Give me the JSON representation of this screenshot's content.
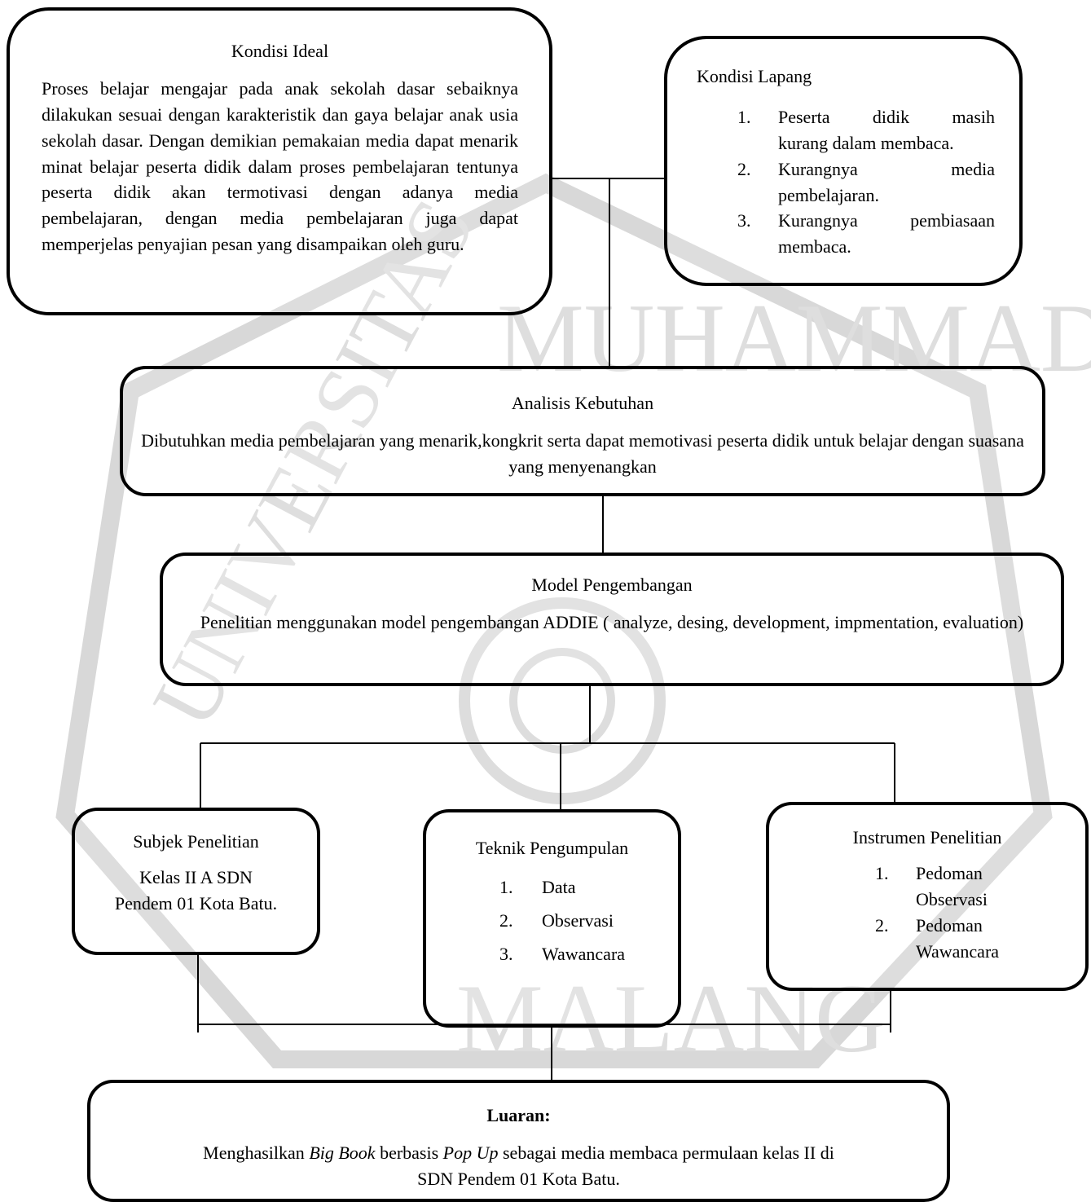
{
  "watermark": {
    "top_text": "MUHAMMADIYAH",
    "left_text": "UNIVERSITAS",
    "bottom_text": "MALANG",
    "color": "#d8d8d8"
  },
  "ideal": {
    "title": "Kondisi Ideal",
    "body": "Proses belajar mengajar pada anak sekolah dasar sebaiknya dilakukan sesuai dengan karakteristik dan gaya belajar anak usia sekolah dasar. Dengan demikian pemakaian media dapat menarik minat belajar peserta didik dalam proses pembelajaran tentunya peserta didik akan termotivasi dengan adanya media pembelajaran, dengan media pembelajaran juga dapat memperjelas penyajian pesan yang disampaikan oleh guru."
  },
  "lapang": {
    "title": "Kondisi Lapang",
    "items": [
      {
        "num": "1.",
        "line1": "Peserta didik masih",
        "line2": "kurang dalam membaca."
      },
      {
        "num": "2.",
        "line1": "Kurangnya media",
        "line2": "pembelajaran."
      },
      {
        "num": "3.",
        "line1": "Kurangnya pembiasaan",
        "line2": "membaca."
      }
    ]
  },
  "analisis": {
    "title": "Analisis Kebutuhan",
    "body": "Dibutuhkan media pembelajaran yang menarik,kongkrit serta dapat memotivasi peserta didik untuk belajar dengan suasana yang menyenangkan"
  },
  "model": {
    "title": "Model Pengembangan",
    "body": "Penelitian menggunakan model pengembangan ADDIE ( analyze, desing, development, impmentation, evaluation)"
  },
  "subjek": {
    "title": "Subjek Penelitian",
    "body_line1": "Kelas II A SDN",
    "body_line2": "Pendem 01 Kota Batu."
  },
  "teknik": {
    "title": "Teknik Pengumpulan",
    "items": [
      {
        "num": "1.",
        "text": "Data"
      },
      {
        "num": "2.",
        "text": "Observasi"
      },
      {
        "num": "3.",
        "text": "Wawancara"
      }
    ]
  },
  "instrumen": {
    "title": "Instrumen Penelitian",
    "items": [
      {
        "num": "1.",
        "line1": "Pedoman",
        "line2": "Observasi"
      },
      {
        "num": "2.",
        "line1": "Pedoman",
        "line2": "Wawancara"
      }
    ]
  },
  "luaran": {
    "title": "Luaran:",
    "t1": "Menghasilkan ",
    "i1": "Big Book",
    "t2": " berbasis ",
    "i2": "Pop Up",
    "t3": " sebagai media membaca permulaan kelas II di",
    "line2": "SDN Pendem 01 Kota Batu."
  }
}
